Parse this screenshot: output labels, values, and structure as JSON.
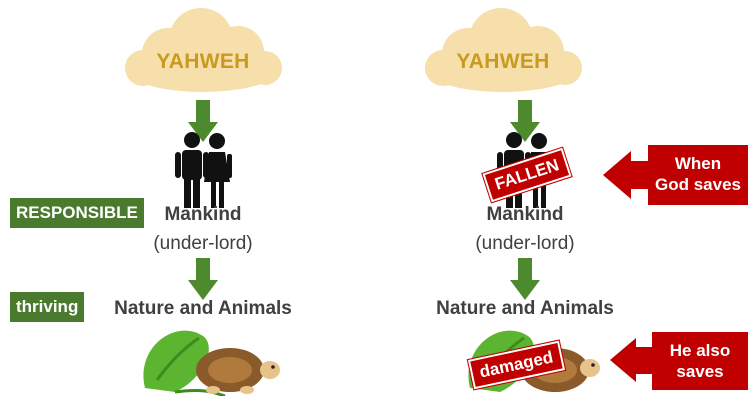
{
  "left": {
    "god_label": "YAHWEH",
    "mankind_label": "Mankind",
    "mankind_sub": "(under-lord)",
    "mankind_tag": "RESPONSIBLE",
    "nature_label": "Nature and Animals",
    "nature_tag": "thriving"
  },
  "right": {
    "god_label": "YAHWEH",
    "mankind_label": "Mankind",
    "mankind_sub": "(under-lord)",
    "mankind_stamp": "FALLEN",
    "nature_label": "Nature and Animals",
    "nature_stamp": "damaged",
    "callout_top_line1": "When",
    "callout_top_line2": "God saves",
    "callout_bottom_line1": "He also",
    "callout_bottom_line2": "saves"
  },
  "colors": {
    "cloud": "#f6dfaa",
    "god_text": "#c99a1f",
    "arrow_green": "#4d8a2e",
    "tag_green": "#4a7a2e",
    "stamp_red": "#c00000",
    "text_dark": "#404040"
  }
}
